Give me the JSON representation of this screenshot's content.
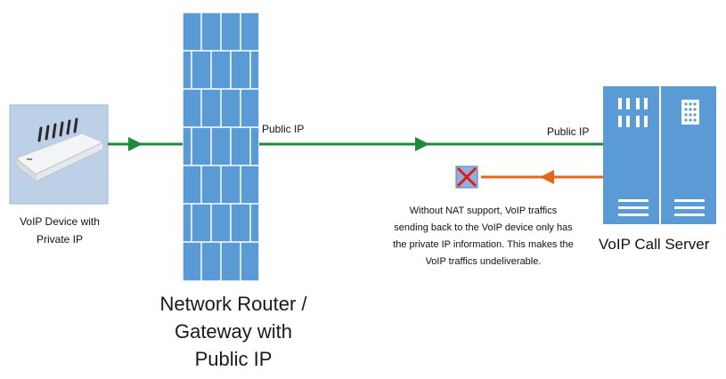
{
  "device": {
    "label": "VoIP Device with\nPrivate IP",
    "icon": "voip-gateway-device-icon"
  },
  "router": {
    "label": "Network Router /\nGateway with\nPublic IP",
    "icon": "firewall-brick-wall-icon"
  },
  "links": {
    "public_ip_left": "Public IP",
    "public_ip_right": "Public IP"
  },
  "blocked": {
    "icon": "red-x-blocked-icon",
    "note": "Without NAT support, VoIP traffics sending back to the VoIP device only has  the private IP information.  This makes the VoIP traffics undeliverable."
  },
  "server": {
    "label": "VoIP Call Server",
    "icon": "server-tower-icon"
  },
  "colors": {
    "forward_arrow": "#1e8a3c",
    "return_arrow": "#e8661a",
    "wall": "#5b9bd5",
    "server": "#5b9bd5"
  }
}
